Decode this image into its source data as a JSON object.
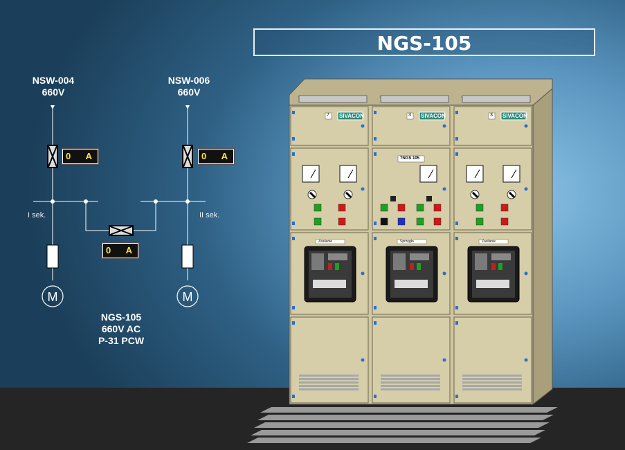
{
  "title": "NGS-105",
  "feeders": [
    {
      "name": "NSW-004",
      "voltage": "660V"
    },
    {
      "name": "NSW-006",
      "voltage": "660V"
    }
  ],
  "sections": {
    "left": "I sek.",
    "right": "II sek."
  },
  "meters": {
    "feeder1": {
      "value": "0",
      "unit": "A"
    },
    "feeder2": {
      "value": "0",
      "unit": "A"
    },
    "coupler": {
      "value": "0",
      "unit": "A"
    }
  },
  "motor_symbol": "M",
  "board_info": {
    "line1": "NGS-105",
    "line2": "660V AC",
    "line3": "P-31 PCW"
  },
  "cabinet": {
    "brand": "SIVACON",
    "column_numbers": [
      "7",
      "3",
      "3"
    ],
    "center_plate": "7NGS 105",
    "breaker_labels": [
      "Zasilanie",
      "Sprzęgło",
      "Zasilanie"
    ]
  },
  "colors": {
    "meter_digits": "#ffe23a",
    "cabinet": "#cfc6a0",
    "lamp_red": "#d01818",
    "lamp_green": "#20a020",
    "lamp_blue": "#2030c0"
  }
}
